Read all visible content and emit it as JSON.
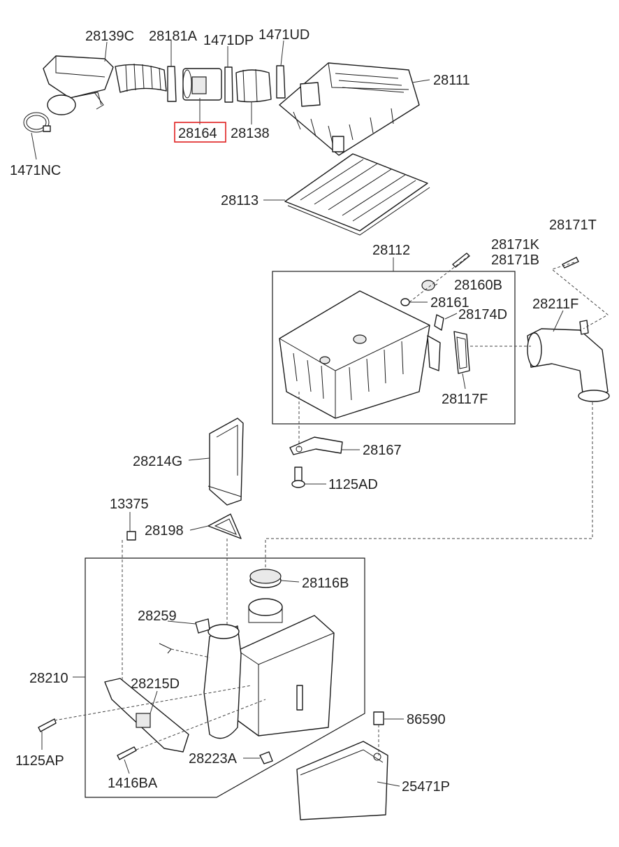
{
  "diagram": {
    "highlight_color": "#e02020",
    "highlighted_part": "28164",
    "part_labels": [
      "28139C",
      "28181A",
      "1471DP",
      "1471UD",
      "28111",
      "1471NC",
      "28164",
      "28138",
      "28113",
      "28112",
      "28171K",
      "28171B",
      "28171T",
      "28160B",
      "28161",
      "28174D",
      "28211F",
      "28117F",
      "28167",
      "1125AD",
      "28214G",
      "13375",
      "28198",
      "28116B",
      "28259",
      "28210",
      "28215D",
      "1125AP",
      "86590",
      "28223A",
      "1416BA",
      "25471P"
    ]
  }
}
